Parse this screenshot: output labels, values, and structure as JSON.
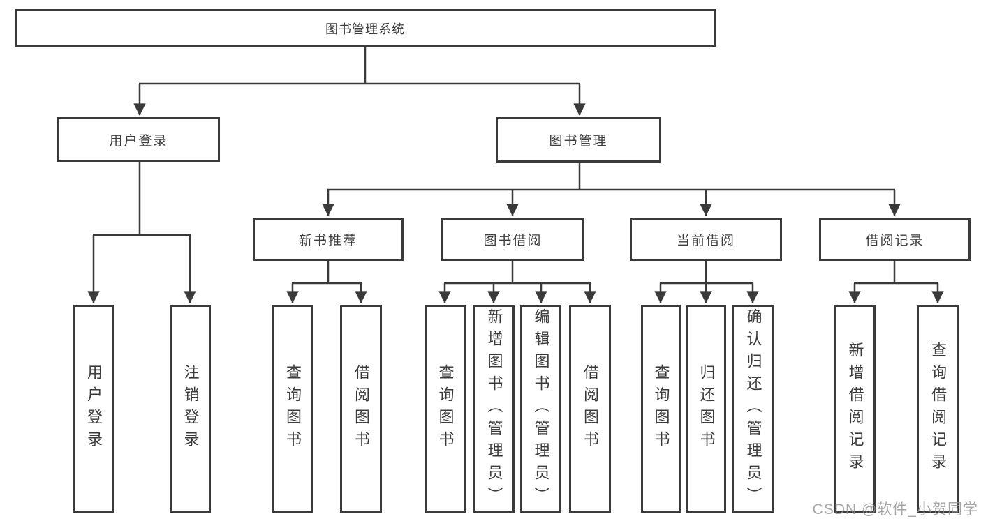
{
  "diagram": {
    "root": {
      "label": "图书管理系统"
    },
    "branches": [
      {
        "label": "用户登录",
        "children": [
          {
            "label": "用户登录"
          },
          {
            "label": "注销登录"
          }
        ]
      },
      {
        "label": "图书管理",
        "children": [
          {
            "label": "新书推荐",
            "children": [
              {
                "label": "查询图书"
              },
              {
                "label": "借阅图书"
              }
            ]
          },
          {
            "label": "图书借阅",
            "children": [
              {
                "label": "查询图书"
              },
              {
                "label": "新增图书（管理员）"
              },
              {
                "label": "编辑图书（管理员）"
              },
              {
                "label": "借阅图书"
              }
            ]
          },
          {
            "label": "当前借阅",
            "children": [
              {
                "label": "查询图书"
              },
              {
                "label": "归还图书"
              },
              {
                "label": "确认归还（管理员）"
              }
            ]
          },
          {
            "label": "借阅记录",
            "children": [
              {
                "label": "新增借阅记录"
              },
              {
                "label": "查询借阅记录"
              }
            ]
          }
        ]
      }
    ]
  },
  "watermark": {
    "text": "CSDN @软件_小贺同学"
  },
  "colors": {
    "line": "#3a3a3a",
    "text": "#3c3c3c",
    "background": "#ffffff",
    "watermark": "#919191"
  }
}
